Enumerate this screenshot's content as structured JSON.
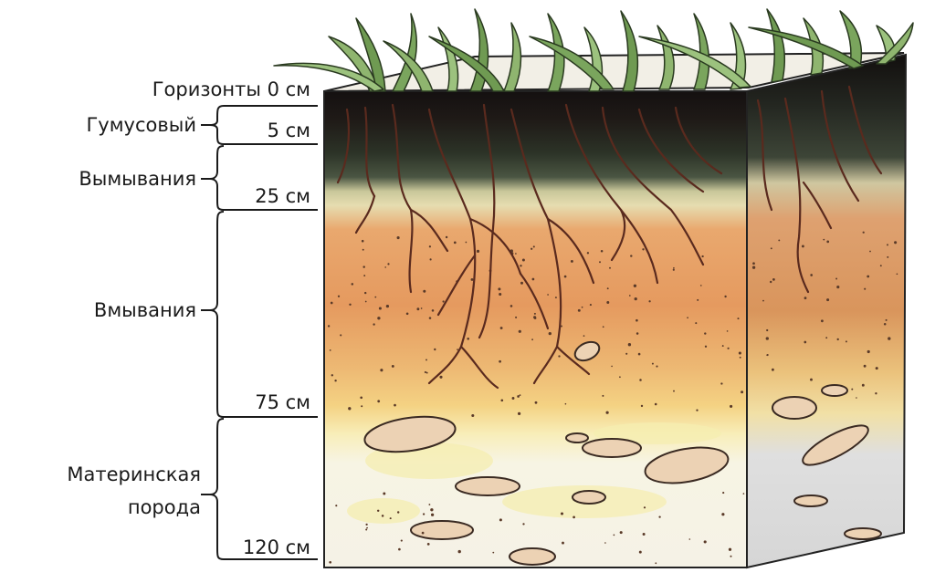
{
  "diagram": {
    "header": {
      "text": "Горизонты 0 см"
    },
    "horizons": [
      {
        "id": "humus",
        "label": "Гумусовый",
        "depth_end": "5 см"
      },
      {
        "id": "eluvial",
        "label": "Вымывания",
        "depth_end": "25 см"
      },
      {
        "id": "illuvial",
        "label": "Вмывания",
        "depth_end": "75 см"
      },
      {
        "id": "parent",
        "label_line1": "Материнская",
        "label_line2": "порода",
        "depth_end": "120 см"
      }
    ],
    "colors": {
      "humus_top": "#1c1614",
      "humus_bottom": "#2f3a28",
      "eluvial": "#d9d2a0",
      "illuvial_top": "#e7a46a",
      "illuvial_bottom": "#f3cd7a",
      "parent": "#f6f3e2",
      "pebble": "#ebd3b6",
      "root": "#5a2a1e",
      "grass": "#7fa862"
    }
  }
}
